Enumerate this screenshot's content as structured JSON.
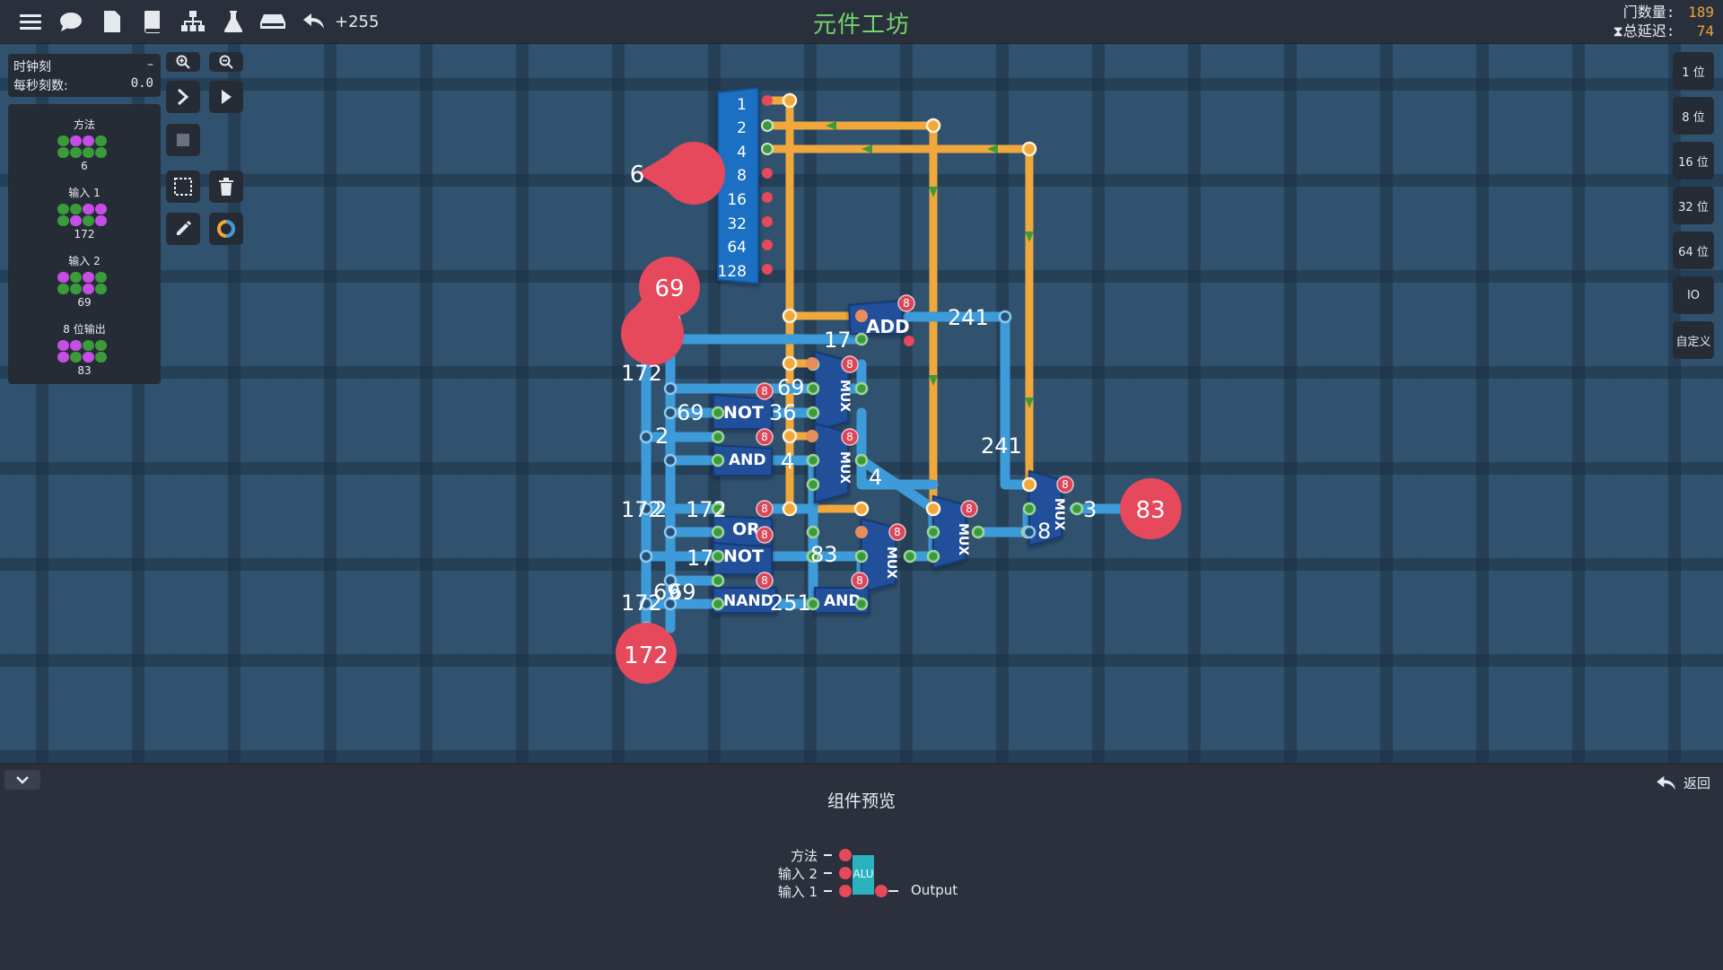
{
  "header": {
    "title": "元件工坊",
    "undo_count": "+255",
    "gate_count_label": "门数量:",
    "gate_count": "189",
    "total_delay_label": "总延迟:",
    "total_delay": "74"
  },
  "clock": {
    "title": "时钟刻",
    "minus": "–",
    "ticks_label": "每秒刻数:",
    "ticks_value": "0.0"
  },
  "inputs": [
    {
      "label": "方法",
      "value": "6",
      "bits": [
        0,
        1,
        1,
        0,
        0,
        0,
        0,
        0
      ]
    },
    {
      "label": "输入 1",
      "value": "172",
      "bits": [
        0,
        0,
        1,
        1,
        0,
        1,
        0,
        1
      ]
    },
    {
      "label": "输入 2",
      "value": "69",
      "bits": [
        1,
        0,
        1,
        0,
        0,
        0,
        1,
        0
      ]
    },
    {
      "label": "8 位输出",
      "value": "83",
      "bits": [
        1,
        1,
        0,
        0,
        1,
        0,
        1,
        0
      ]
    }
  ],
  "bit_buttons": [
    "1 位",
    "8 位",
    "16 位",
    "32 位",
    "64 位",
    "IO",
    "自定义"
  ],
  "circuit": {
    "splitter_labels": [
      "1",
      "2",
      "4",
      "8",
      "16",
      "32",
      "64",
      "128"
    ],
    "io_values": {
      "method": "6",
      "in2": "69",
      "in1": "172",
      "out": "83"
    },
    "wire_labels": [
      "6",
      "69",
      "172",
      "241",
      "17",
      "69",
      "36",
      "4",
      "172",
      "69",
      "2",
      "17",
      "83",
      "251",
      "69",
      "241",
      "4",
      "3",
      "2",
      "172",
      "69",
      "172",
      "8"
    ],
    "gates": [
      "ADD",
      "MUX",
      "NOT",
      "AND",
      "MUX",
      "OR",
      "NOT",
      "MUX",
      "NAND",
      "AND",
      "MUX",
      "MUX"
    ],
    "width_badge": "8"
  },
  "bottom": {
    "back_label": "返回",
    "preview_title": "组件预览",
    "pins_left": [
      "方法",
      "输入 2",
      "输入 1"
    ],
    "component_name": "ALU",
    "pin_right": "Output"
  },
  "colors": {
    "accent_green": "#74d36c",
    "stat_orange": "#e9a43b",
    "wire_blue": "#3e9bd9",
    "wire_orange": "#f0a83c",
    "pin_red": "#e6485c",
    "bit_on": "#c64ee6",
    "bit_off": "#3b9b3b",
    "preview_teal": "#2bb3bd"
  }
}
